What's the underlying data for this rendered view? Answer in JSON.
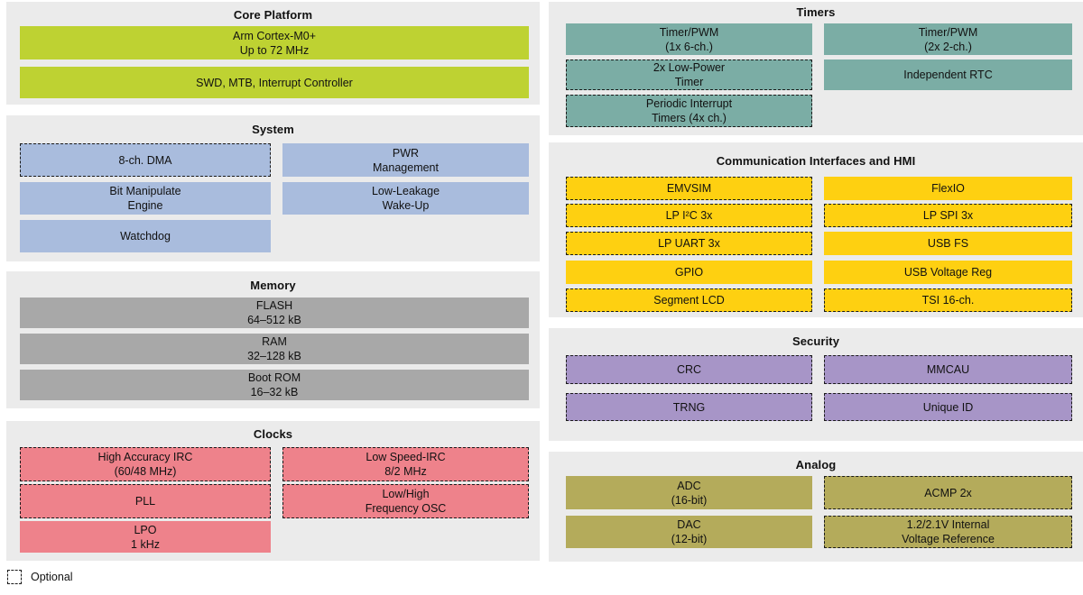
{
  "colors": {
    "panel": "#ebebeb",
    "green": "#bed232",
    "blue": "#a9bcdd",
    "gray": "#a8a8a8",
    "pink": "#ee828b",
    "teal": "#7bada5",
    "yellow": "#fed011",
    "purple": "#a795c7",
    "olive": "#b4ab5b"
  },
  "legend": {
    "label": "Optional"
  },
  "sections": {
    "core_platform": {
      "title": "Core Platform",
      "blocks": {
        "cortex": "Arm Cortex-M0+\nUp to 72 MHz",
        "swd": "SWD, MTB, Interrupt Controller"
      }
    },
    "system": {
      "title": "System",
      "blocks": {
        "dma": "8-ch. DMA",
        "pwr": "PWR\nManagement",
        "bme": "Bit Manipulate\nEngine",
        "llwu": "Low-Leakage\nWake-Up",
        "watchdog": "Watchdog"
      }
    },
    "memory": {
      "title": "Memory",
      "blocks": {
        "flash": "FLASH\n64–512 kB",
        "ram": "RAM\n32–128 kB",
        "bootrom": "Boot ROM\n16–32 kB"
      }
    },
    "clocks": {
      "title": "Clocks",
      "blocks": {
        "hairc": "High Accuracy IRC\n(60/48 MHz)",
        "lsirc": "Low Speed-IRC\n8/2 MHz",
        "pll": "PLL",
        "osc": "Low/High\nFrequency OSC",
        "lpo": "LPO\n1 kHz"
      }
    },
    "timers": {
      "title": "Timers",
      "blocks": {
        "tpm6": "Timer/PWM\n(1x 6-ch.)",
        "tpm2": "Timer/PWM\n(2x 2-ch.)",
        "lptmr": "2x Low-Power\nTimer",
        "rtc": "Independent RTC",
        "pit": "Periodic Interrupt\nTimers (4x ch.)"
      }
    },
    "comm": {
      "title": "Communication Interfaces and HMI",
      "blocks": {
        "emvsim": "EMVSIM",
        "flexio": "FlexIO",
        "lpi2c": "LP I²C 3x",
        "lpspi": "LP SPI 3x",
        "lpuart": "LP UART 3x",
        "usbfs": "USB FS",
        "gpio": "GPIO",
        "usbreg": "USB Voltage Reg",
        "slcd": "Segment LCD",
        "tsi": "TSI 16-ch."
      }
    },
    "security": {
      "title": "Security",
      "blocks": {
        "crc": "CRC",
        "mmcau": "MMCAU",
        "trng": "TRNG",
        "uid": "Unique ID"
      }
    },
    "analog": {
      "title": "Analog",
      "blocks": {
        "adc": "ADC\n(16-bit)",
        "acmp": "ACMP 2x",
        "dac": "DAC\n(12-bit)",
        "vref": "1.2/2.1V Internal\nVoltage Reference"
      }
    }
  }
}
